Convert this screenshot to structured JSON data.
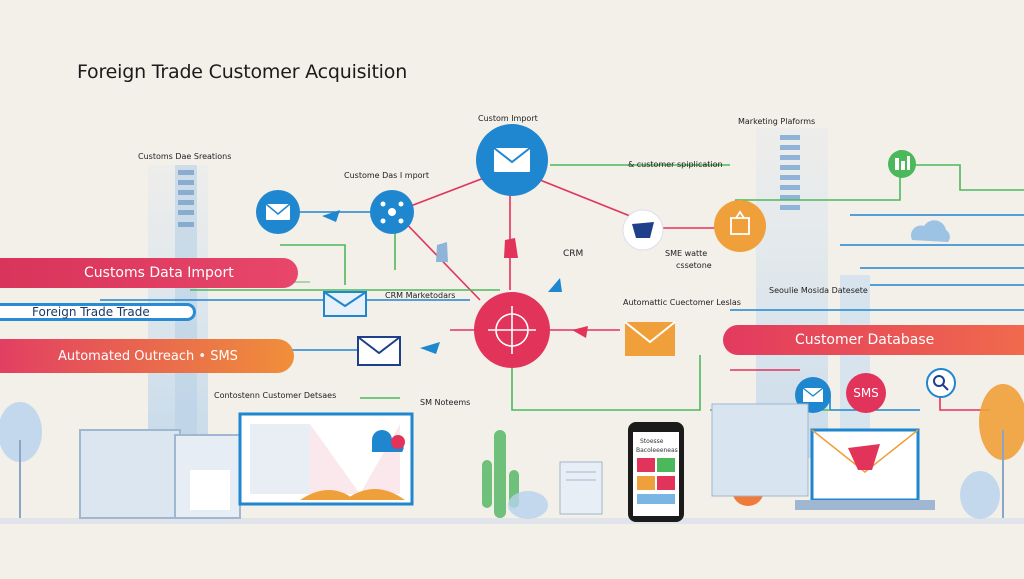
{
  "title": "Foreign Trade Customer Acquisition",
  "labels": {
    "customs_data_stations": "Customs Dae Sreations",
    "custome_das_import": "Custome Das I mport",
    "custom_import": "Custom Import",
    "customer_spiplication": "& customer spiplication",
    "marketing_platforms": "Marketing Plaforms",
    "crm": "CRM",
    "crm_marketing": "CRM Marketodars",
    "sms_wattle": "SME watte",
    "sms_wattle_2": "cssetone",
    "automatic_customer_leads": "Automattic Cuectomer Leslas",
    "social_media_datasets": "Seoulie Mosida Datesete",
    "consistent_customer_datasets": "Contostenn Customer Detsaes",
    "sm_notems": "SM Noteems"
  },
  "bars": {
    "customs_data_import": "Customs Data Import",
    "foreign_trade": "Foreign Trade Trade",
    "automated_outreach": "Automated Outreach • SMS",
    "customer_database": "Customer Database"
  },
  "sms_bubble": "SMS",
  "phone": {
    "line1": "Stoesse",
    "line2": "Bacoleeeneas"
  },
  "colors": {
    "red": "#e2335a",
    "blue": "#1f86d0",
    "orange": "#f0a03a",
    "green": "#4cb85c",
    "background": "#f3efe9"
  },
  "icons": [
    "email-icon",
    "network-icon",
    "crosshair-hub-icon",
    "lightbulb-icon",
    "cloud-icon",
    "chat-icon",
    "search-icon",
    "people-icon",
    "sms-icon",
    "laptop-icon",
    "phone-icon",
    "building-icon",
    "tree-icon"
  ]
}
